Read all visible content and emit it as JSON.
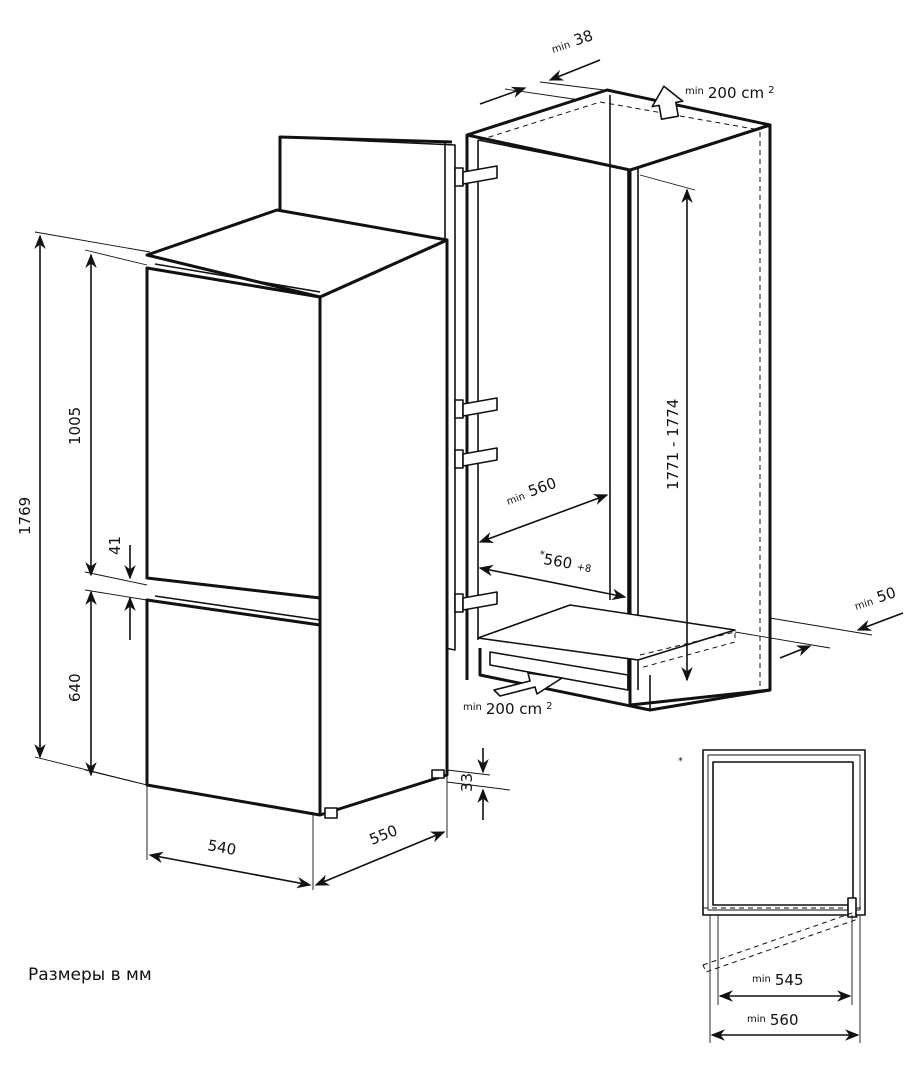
{
  "dimensions": {
    "min_38_prefix": "min",
    "min_38_value": "38",
    "top_vent_prefix": "min",
    "top_vent_value": "200 cm",
    "top_vent_sup": "2",
    "niche_height": "1771 - 1774",
    "niche_depth_prefix": "min",
    "niche_depth_value": "560",
    "niche_width_star": "*",
    "niche_width_value": "560",
    "niche_width_tol": "+8",
    "min_50_prefix": "min",
    "min_50_value": "50",
    "bottom_vent_prefix": "min",
    "bottom_vent_value": "200 cm",
    "bottom_vent_sup": "2",
    "total_height": "1769",
    "upper_door": "1005",
    "door_gap": "41",
    "lower_door": "640",
    "feet": "33",
    "width": "540",
    "depth": "550"
  },
  "inset": {
    "star": "*",
    "min_545_prefix": "min",
    "min_545_value": "545",
    "min_560_prefix": "min",
    "min_560_value": "560"
  },
  "note": "Размеры в мм"
}
